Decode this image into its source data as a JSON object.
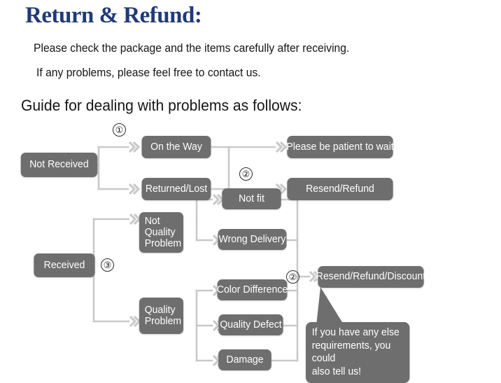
{
  "header": {
    "title": "Return & Refund:",
    "line1": "Please check the package and the items carefully after receiving.",
    "line2": "If any problems, please feel free to contact us.",
    "guide": "Guide for dealing with problems as follows:"
  },
  "colors": {
    "title": "#1f3a79",
    "node_fill": "#6e6e6e",
    "node_text": "#ffffff",
    "wire": "#c9c9c9",
    "body_text": "#151515",
    "page_background": "#ffffff"
  },
  "flow": {
    "nodes": [
      {
        "id": "not-received",
        "label": "Not Received"
      },
      {
        "id": "on-the-way",
        "label": "On the Way"
      },
      {
        "id": "returned-lost",
        "label": "Returned/Lost"
      },
      {
        "id": "please-be-patient",
        "label": "Please be patient to wait"
      },
      {
        "id": "resend-refund",
        "label": "Resend/Refund"
      },
      {
        "id": "received",
        "label": "Received"
      },
      {
        "id": "not-quality-problem",
        "label": "Not Quality Problem"
      },
      {
        "id": "quality-problem",
        "label": "Quality Problem"
      },
      {
        "id": "not-fit",
        "label": "Not fit"
      },
      {
        "id": "wrong-delivery",
        "label": "Wrong Delivery"
      },
      {
        "id": "color-difference",
        "label": "Color Difference"
      },
      {
        "id": "quality-defect",
        "label": "Quality Defect"
      },
      {
        "id": "damage",
        "label": "Damage"
      },
      {
        "id": "resend-refund-discount",
        "label": "Resend/Refund/Discount"
      }
    ],
    "step_markers": [
      {
        "id": "marker-1",
        "label": "①"
      },
      {
        "id": "marker-2-top",
        "label": "②"
      },
      {
        "id": "marker-3",
        "label": "③"
      },
      {
        "id": "marker-2-bottom",
        "label": "②"
      }
    ],
    "callout": {
      "id": "requirements-callout",
      "line1": "If you have any else",
      "line2": "requirements, you could",
      "line3": "also tell us!"
    }
  }
}
